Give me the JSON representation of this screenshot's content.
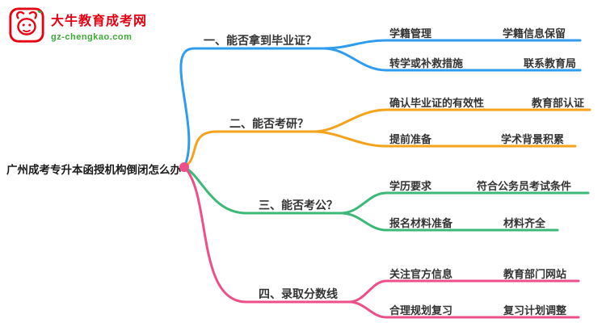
{
  "logo": {
    "title": "大牛教育成考网",
    "subtitle": "gz-chengkao.com",
    "brand_red": "#e60012",
    "brand_green": "#3aaa35"
  },
  "root": {
    "label": "广州成考专升本函授机构倒闭怎么办",
    "dot_color": "#ed4f8a"
  },
  "branches": [
    {
      "label": "一、能否拿到毕业证？",
      "color": "#2f9cf0",
      "children": [
        {
          "label": "学籍管理",
          "detail": "学籍信息保留"
        },
        {
          "label": "转学或补救措施",
          "detail": "联系教育局"
        }
      ]
    },
    {
      "label": "二、能否考研？",
      "color": "#f5a31a",
      "children": [
        {
          "label": "确认毕业证的有效性",
          "detail": "教育部认证"
        },
        {
          "label": "提前准备",
          "detail": "学术背景积累"
        }
      ]
    },
    {
      "label": "三、能否考公？",
      "color": "#3cb878",
      "children": [
        {
          "label": "学历要求",
          "detail": "符合公务员考试条件"
        },
        {
          "label": "报名材料准备",
          "detail": "材料齐全"
        }
      ]
    },
    {
      "label": "四、录取分数线",
      "color": "#ed4f8a",
      "children": [
        {
          "label": "关注官方信息",
          "detail": "教育部门网站"
        },
        {
          "label": "合理规划复习",
          "detail": "复习计划调整"
        }
      ]
    }
  ]
}
